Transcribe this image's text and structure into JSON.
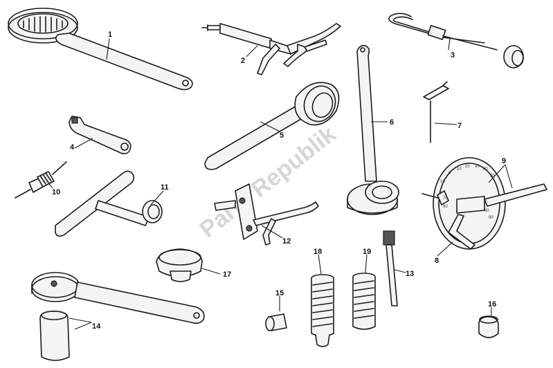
{
  "watermark": "Parts Republik",
  "callouts": [
    "1",
    "2",
    "3",
    "4",
    "5",
    "6",
    "7",
    "8",
    "9",
    "10",
    "11",
    "12",
    "13",
    "14",
    "15",
    "16",
    "17",
    "18",
    "19"
  ],
  "protractor_scale": [
    "10",
    "0",
    "10",
    "20",
    "30",
    "40",
    "50",
    "60",
    "70",
    "80",
    "90"
  ]
}
